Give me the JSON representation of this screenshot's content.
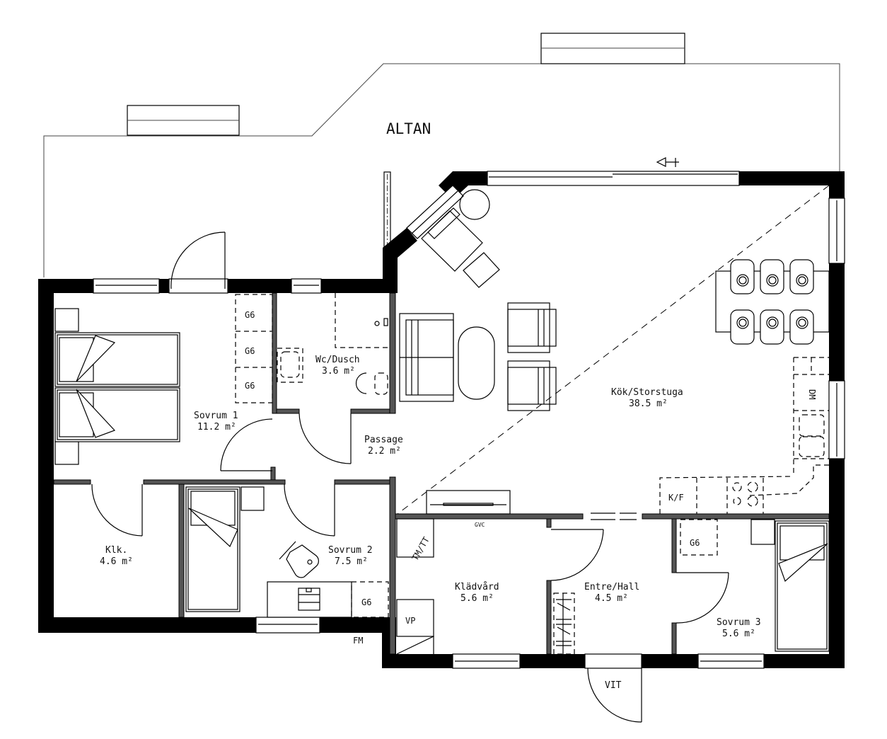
{
  "plan": {
    "exterior": {
      "label": "ALTAN"
    },
    "rooms": [
      {
        "id": "sovrum1",
        "name": "Sovrum 1",
        "area": "11.2 m²"
      },
      {
        "id": "wc",
        "name": "Wc/Dusch",
        "area": "3.6 m²"
      },
      {
        "id": "passage",
        "name": "Passage",
        "area": "2.2 m²"
      },
      {
        "id": "kok",
        "name": "Kök/Storstuga",
        "area": "38.5 m²"
      },
      {
        "id": "klk",
        "name": "Klk.",
        "area": "4.6 m²"
      },
      {
        "id": "sovrum2",
        "name": "Sovrum 2",
        "area": "7.5 m²"
      },
      {
        "id": "kladvard",
        "name": "Klädvård",
        "area": "5.6 m²"
      },
      {
        "id": "entre",
        "name": "Entre/Hall",
        "area": "4.5 m²"
      },
      {
        "id": "sovrum3",
        "name": "Sovrum 3",
        "area": "5.6 m²"
      }
    ],
    "fixtures": {
      "wardrobe": "G6",
      "dishwasher": "DM",
      "fridge_freezer": "K/F",
      "washer_dryer": "TM/TT",
      "water_heater": "VP",
      "gvc": "GVC",
      "fm": "FM",
      "vit": "VIT"
    },
    "colors": {
      "wall": "#000000",
      "line": "#000000",
      "background": "#ffffff"
    }
  }
}
